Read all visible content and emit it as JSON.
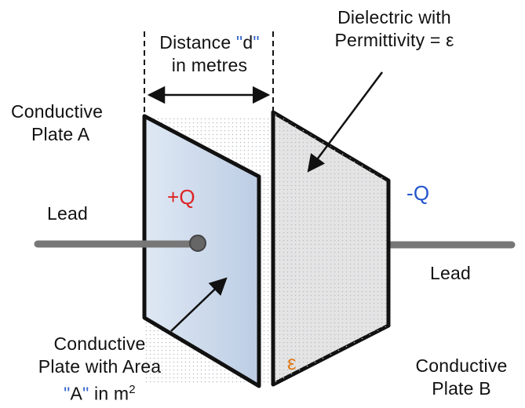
{
  "labels": {
    "distance_prefix": "Distance ",
    "distance_open_quote": "\"",
    "distance_symbol": "d",
    "distance_close_quote": "\"",
    "distance_line2": "in metres",
    "dielectric_line1": "Dielectric with",
    "dielectric_line2": "Permittivity = ε",
    "plate_a_line1": "Conductive",
    "plate_a_line2": "Plate A",
    "lead_left": "Lead",
    "lead_right": "Lead",
    "plate_area_line1": "Conductive",
    "plate_area_line2": "Plate with Area",
    "plate_area_open_quote": "\"",
    "plate_area_symbol": "A",
    "plate_area_close_quote": "\"",
    "plate_area_unit": " in m",
    "plate_area_exponent": "2",
    "plate_b_line1": "Conductive",
    "plate_b_line2": "Plate B",
    "charge_positive": "+Q",
    "charge_negative": "-Q",
    "epsilon_symbol": "ε"
  },
  "colors": {
    "positive_charge": "#dd2222",
    "negative_charge": "#2255cc",
    "epsilon": "#e07a1a",
    "quote_marks": "#3366cc",
    "lead": "#777777",
    "plate_a_fill": "#c8d7ea",
    "plate_b_fill": "#e4e4e4",
    "outline": "#111111"
  }
}
